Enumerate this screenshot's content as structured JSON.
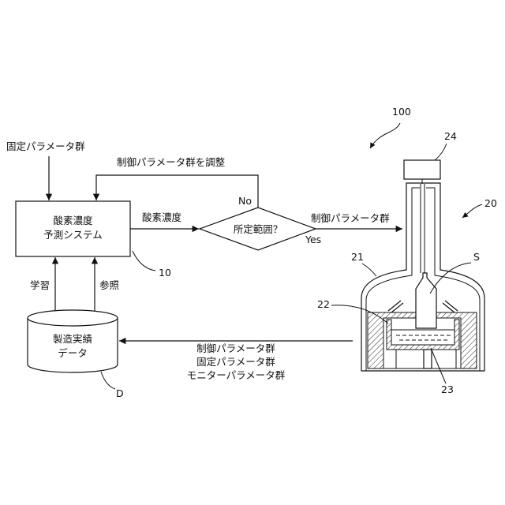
{
  "figure": {
    "fixed_params_input": "固定パラメータ群",
    "adjust_label": "制御パラメータ群を調整",
    "no_label": "No",
    "yes_label": "Yes",
    "prediction_system": {
      "line1": "酸素濃度",
      "line2": "予測システム",
      "ref": "10"
    },
    "oxygen_arrow_label": "酸素濃度",
    "decision": "所定範囲？",
    "control_output_label": "制御パラメータ群",
    "learn_label": "学習",
    "reference_label": "参照",
    "database": {
      "line1": "製造実績",
      "line2": "データ",
      "ref": "D"
    },
    "feedback_labels": [
      "制御パラメータ群",
      "固定パラメータ群",
      "モニターパラメータ群"
    ],
    "apparatus": {
      "ref_100": "100",
      "ref_20": "20",
      "ref_21": "21",
      "ref_22": "22",
      "ref_23": "23",
      "ref_24": "24",
      "ref_s": "S"
    }
  }
}
